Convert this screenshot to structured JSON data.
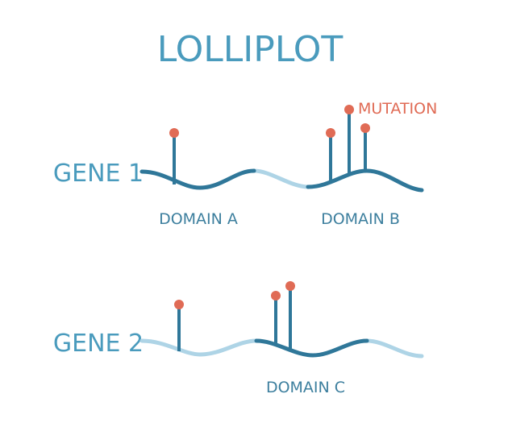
{
  "title": "LOLLIPLOT",
  "mutation_label": "MUTATION",
  "colors": {
    "title": "#4a9bbd",
    "domain_line": "#2f7799",
    "backbone_light": "#aed4e6",
    "mutation_head": "#e06b55",
    "mutation_text": "#e06b55"
  },
  "genes": [
    {
      "label": "GENE 1",
      "domains": [
        {
          "label": "DOMAIN A"
        },
        {
          "label": "DOMAIN B"
        }
      ],
      "mutation_count": 4
    },
    {
      "label": "GENE 2",
      "domains": [
        {
          "label": "DOMAIN C"
        }
      ],
      "mutation_count": 3
    }
  ]
}
